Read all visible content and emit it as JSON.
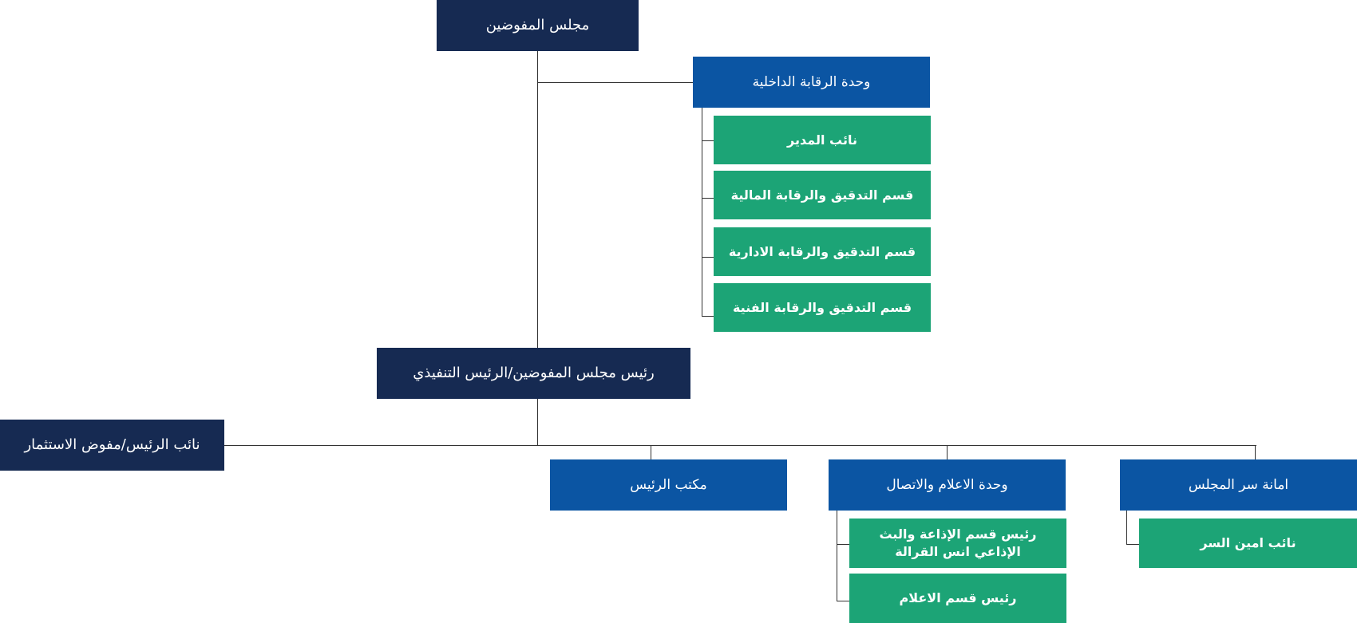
{
  "colors": {
    "navy": "#162a52",
    "blue": "#0b55a3",
    "green": "#1ca476",
    "connector": "#333333"
  },
  "board": {
    "label": "مجلس المفوضين"
  },
  "internal_audit": {
    "label": "وحدة الرقابة الداخلية",
    "items": [
      "نائب المدير",
      "قسم التدقيق والرقابة المالية",
      "قسم التدقيق والرقابة الادارية",
      "قسم التدقيق والرقابة الفنية"
    ]
  },
  "chairman": {
    "label": "رئيس مجلس المفوضين/الرئيس التنفيذي"
  },
  "vice": {
    "label": "نائب الرئيس/مفوض الاستثمار"
  },
  "office": {
    "label": "مكتب الرئيس"
  },
  "media": {
    "label": "وحدة الاعلام والاتصال",
    "items": [
      "رئيس قسم الإذاعة والبث الإذاعي انس القرالة",
      "رئيس قسم الاعلام"
    ]
  },
  "secretariat": {
    "label": "امانة سر المجلس",
    "items": [
      "نائب امين السر"
    ]
  }
}
